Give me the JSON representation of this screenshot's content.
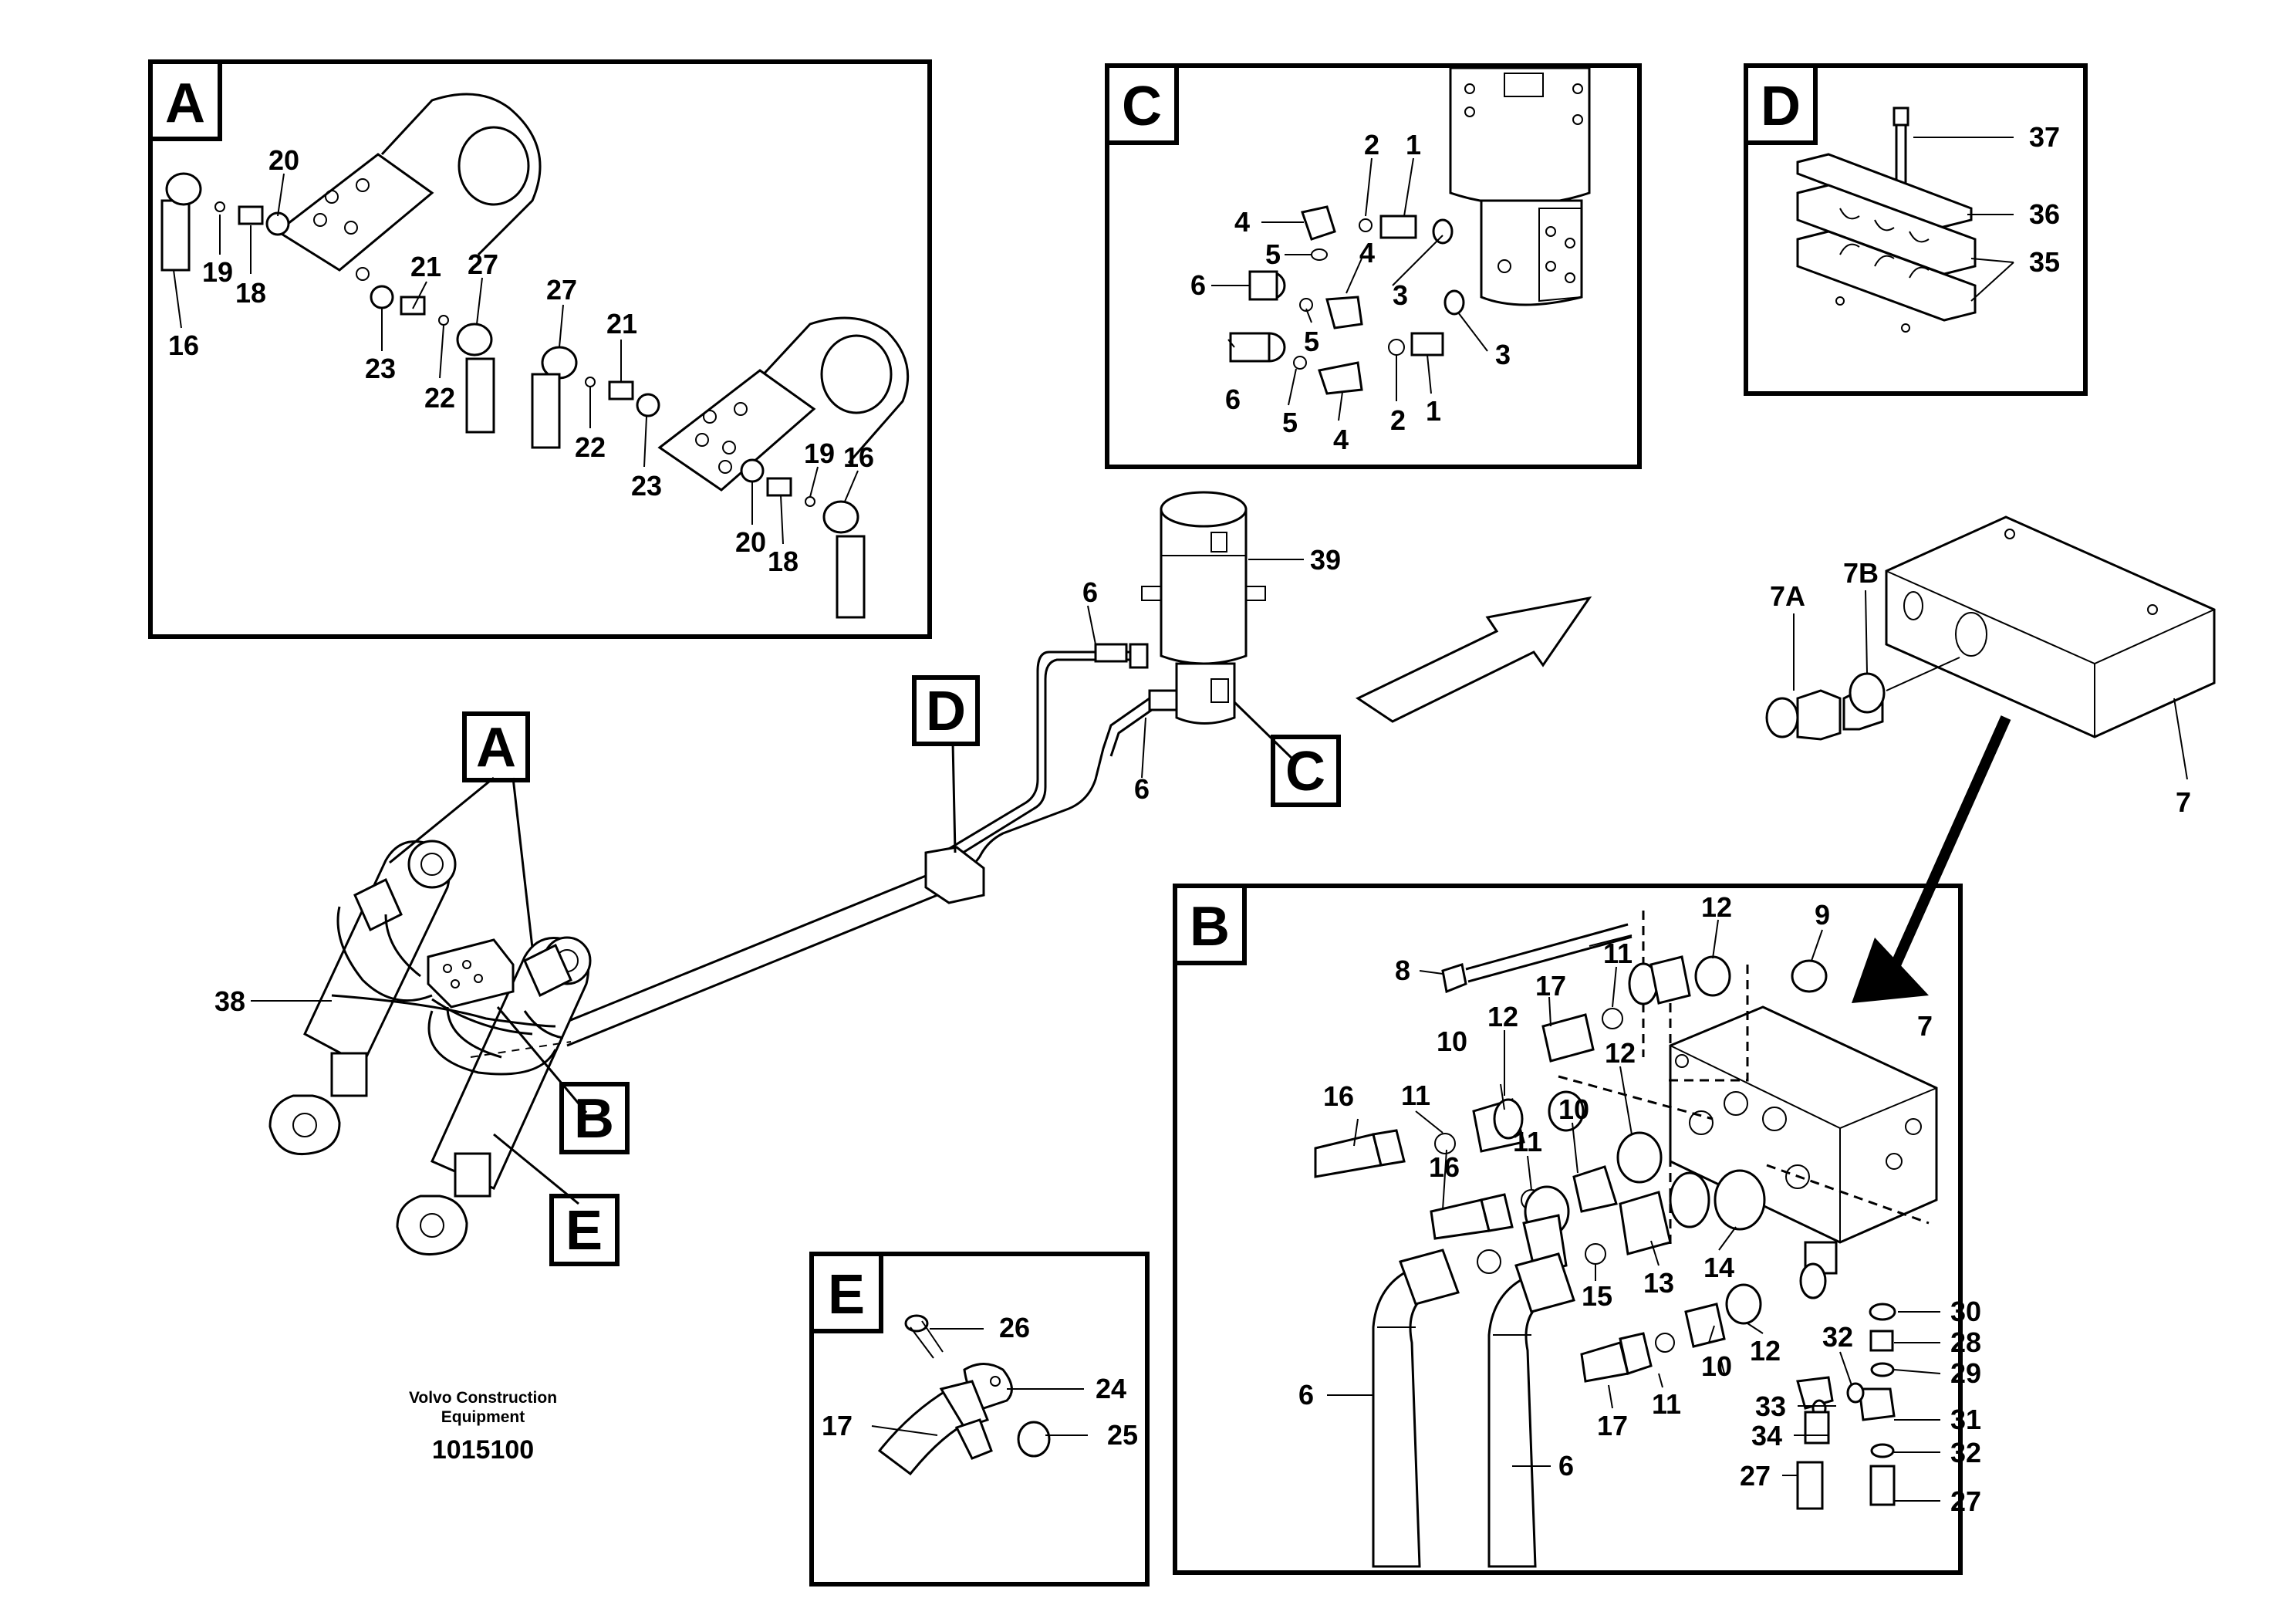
{
  "diagram": {
    "boxes": {
      "A": {
        "letter": "A"
      },
      "B": {
        "letter": "B"
      },
      "C": {
        "letter": "C"
      },
      "D": {
        "letter": "D"
      },
      "E": {
        "letter": "E"
      }
    },
    "callouts": {
      "A": "A",
      "B": "B",
      "C": "C",
      "D": "D",
      "E": "E"
    },
    "labels_a": [
      "20",
      "19",
      "18",
      "16",
      "21",
      "27",
      "23",
      "22",
      "27",
      "21",
      "22",
      "23",
      "19",
      "16",
      "20",
      "18"
    ],
    "labels_c": [
      "2",
      "1",
      "4",
      "5",
      "4",
      "6",
      "5",
      "3",
      "6",
      "5",
      "4",
      "2",
      "1",
      "3"
    ],
    "labels_d": [
      "37",
      "36",
      "35"
    ],
    "labels_main": [
      "6",
      "39",
      "6",
      "38",
      "7A",
      "7B",
      "7"
    ],
    "labels_b": [
      "12",
      "9",
      "8",
      "11",
      "17",
      "7",
      "10",
      "12",
      "16",
      "11",
      "12",
      "11",
      "10",
      "16",
      "14",
      "15",
      "13",
      "10",
      "12",
      "30",
      "28",
      "32",
      "29",
      "33",
      "31",
      "34",
      "32",
      "27",
      "27",
      "6",
      "6",
      "17",
      "11"
    ],
    "labels_e": [
      "26",
      "24",
      "17",
      "25"
    ],
    "footer": {
      "company_line1": "Volvo Construction",
      "company_line2": "Equipment",
      "figure_number": "1015100"
    }
  }
}
